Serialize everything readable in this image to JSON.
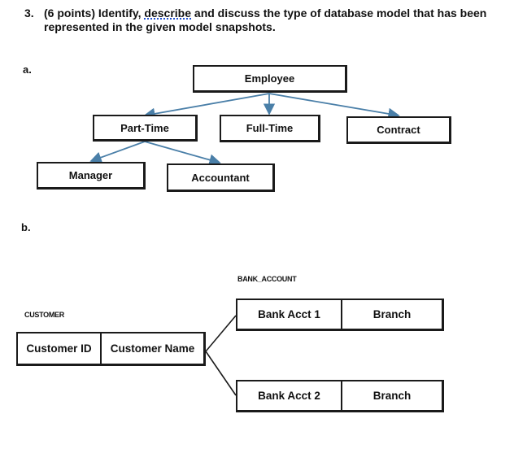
{
  "question": {
    "number": "3.",
    "points": "(6 points)",
    "text_before": " Identify, ",
    "flagged_word": "describe",
    "text_after": " and discuss the type of database model that has been",
    "line2": "represented in the given model snapshots."
  },
  "part_a": {
    "label": "a.",
    "root": "Employee",
    "level1": [
      "Part-Time",
      "Full-Time",
      "Contract"
    ],
    "level2": [
      "Manager",
      "Accountant"
    ]
  },
  "part_b": {
    "label": "b.",
    "customer_table_label": "CUSTOMER",
    "customer_fields": [
      "Customer ID",
      "Customer Name"
    ],
    "bank_table_label": "BANK_ACCOUNT",
    "bank_records": [
      {
        "acct": "Bank Acct 1",
        "branch": "Branch"
      },
      {
        "acct": "Bank Acct 2",
        "branch": "Branch"
      }
    ]
  },
  "colors": {
    "line": "#4a7fa8",
    "border": "#1a1a1a",
    "spellcheck": "#1f4fd0"
  }
}
